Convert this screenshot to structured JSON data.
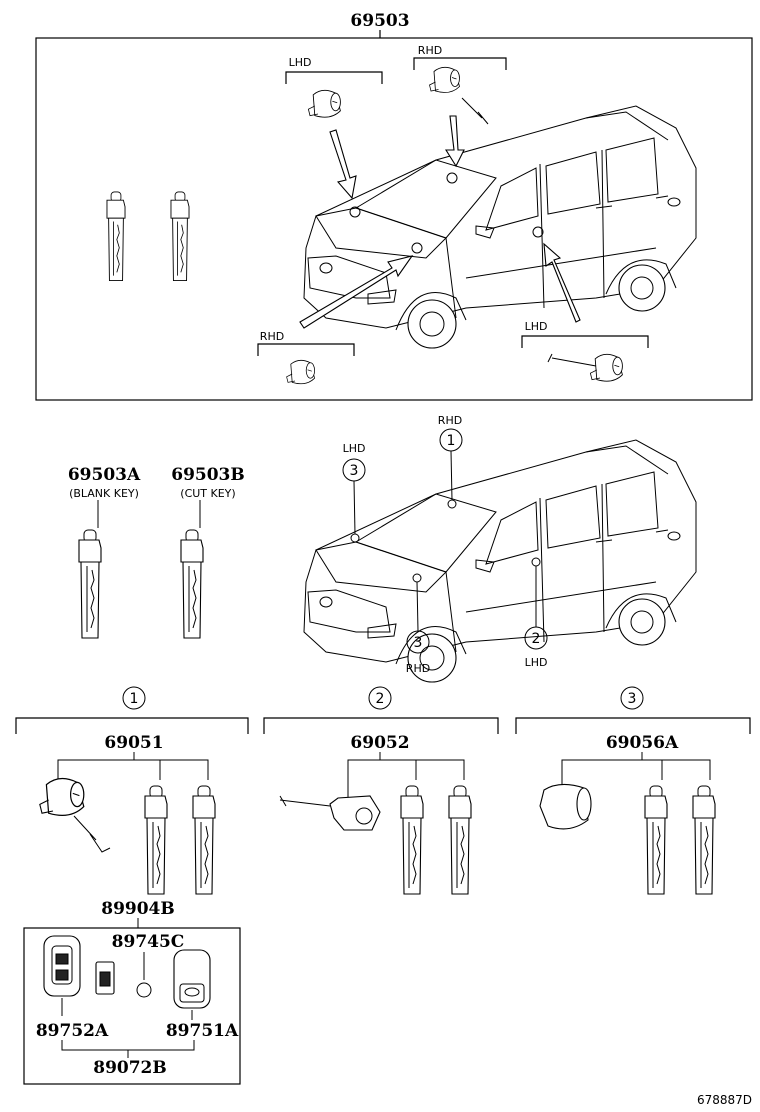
{
  "parts": {
    "assembly": "69503",
    "blank_key": "69503A",
    "cut_key": "69503B",
    "set1": "69051",
    "set2": "69052",
    "set3": "69056A",
    "smart_key": "89904B",
    "battery": "89745C",
    "case_a": "89752A",
    "case_b": "89751A",
    "case_assy": "89072B"
  },
  "labels": {
    "blank_key": "(BLANK KEY)",
    "cut_key": "(CUT KEY)",
    "lhd": "LHD",
    "rhd": "RHD"
  },
  "circles": {
    "one": "1",
    "two": "2",
    "three": "3"
  },
  "ref_code": "678887D"
}
